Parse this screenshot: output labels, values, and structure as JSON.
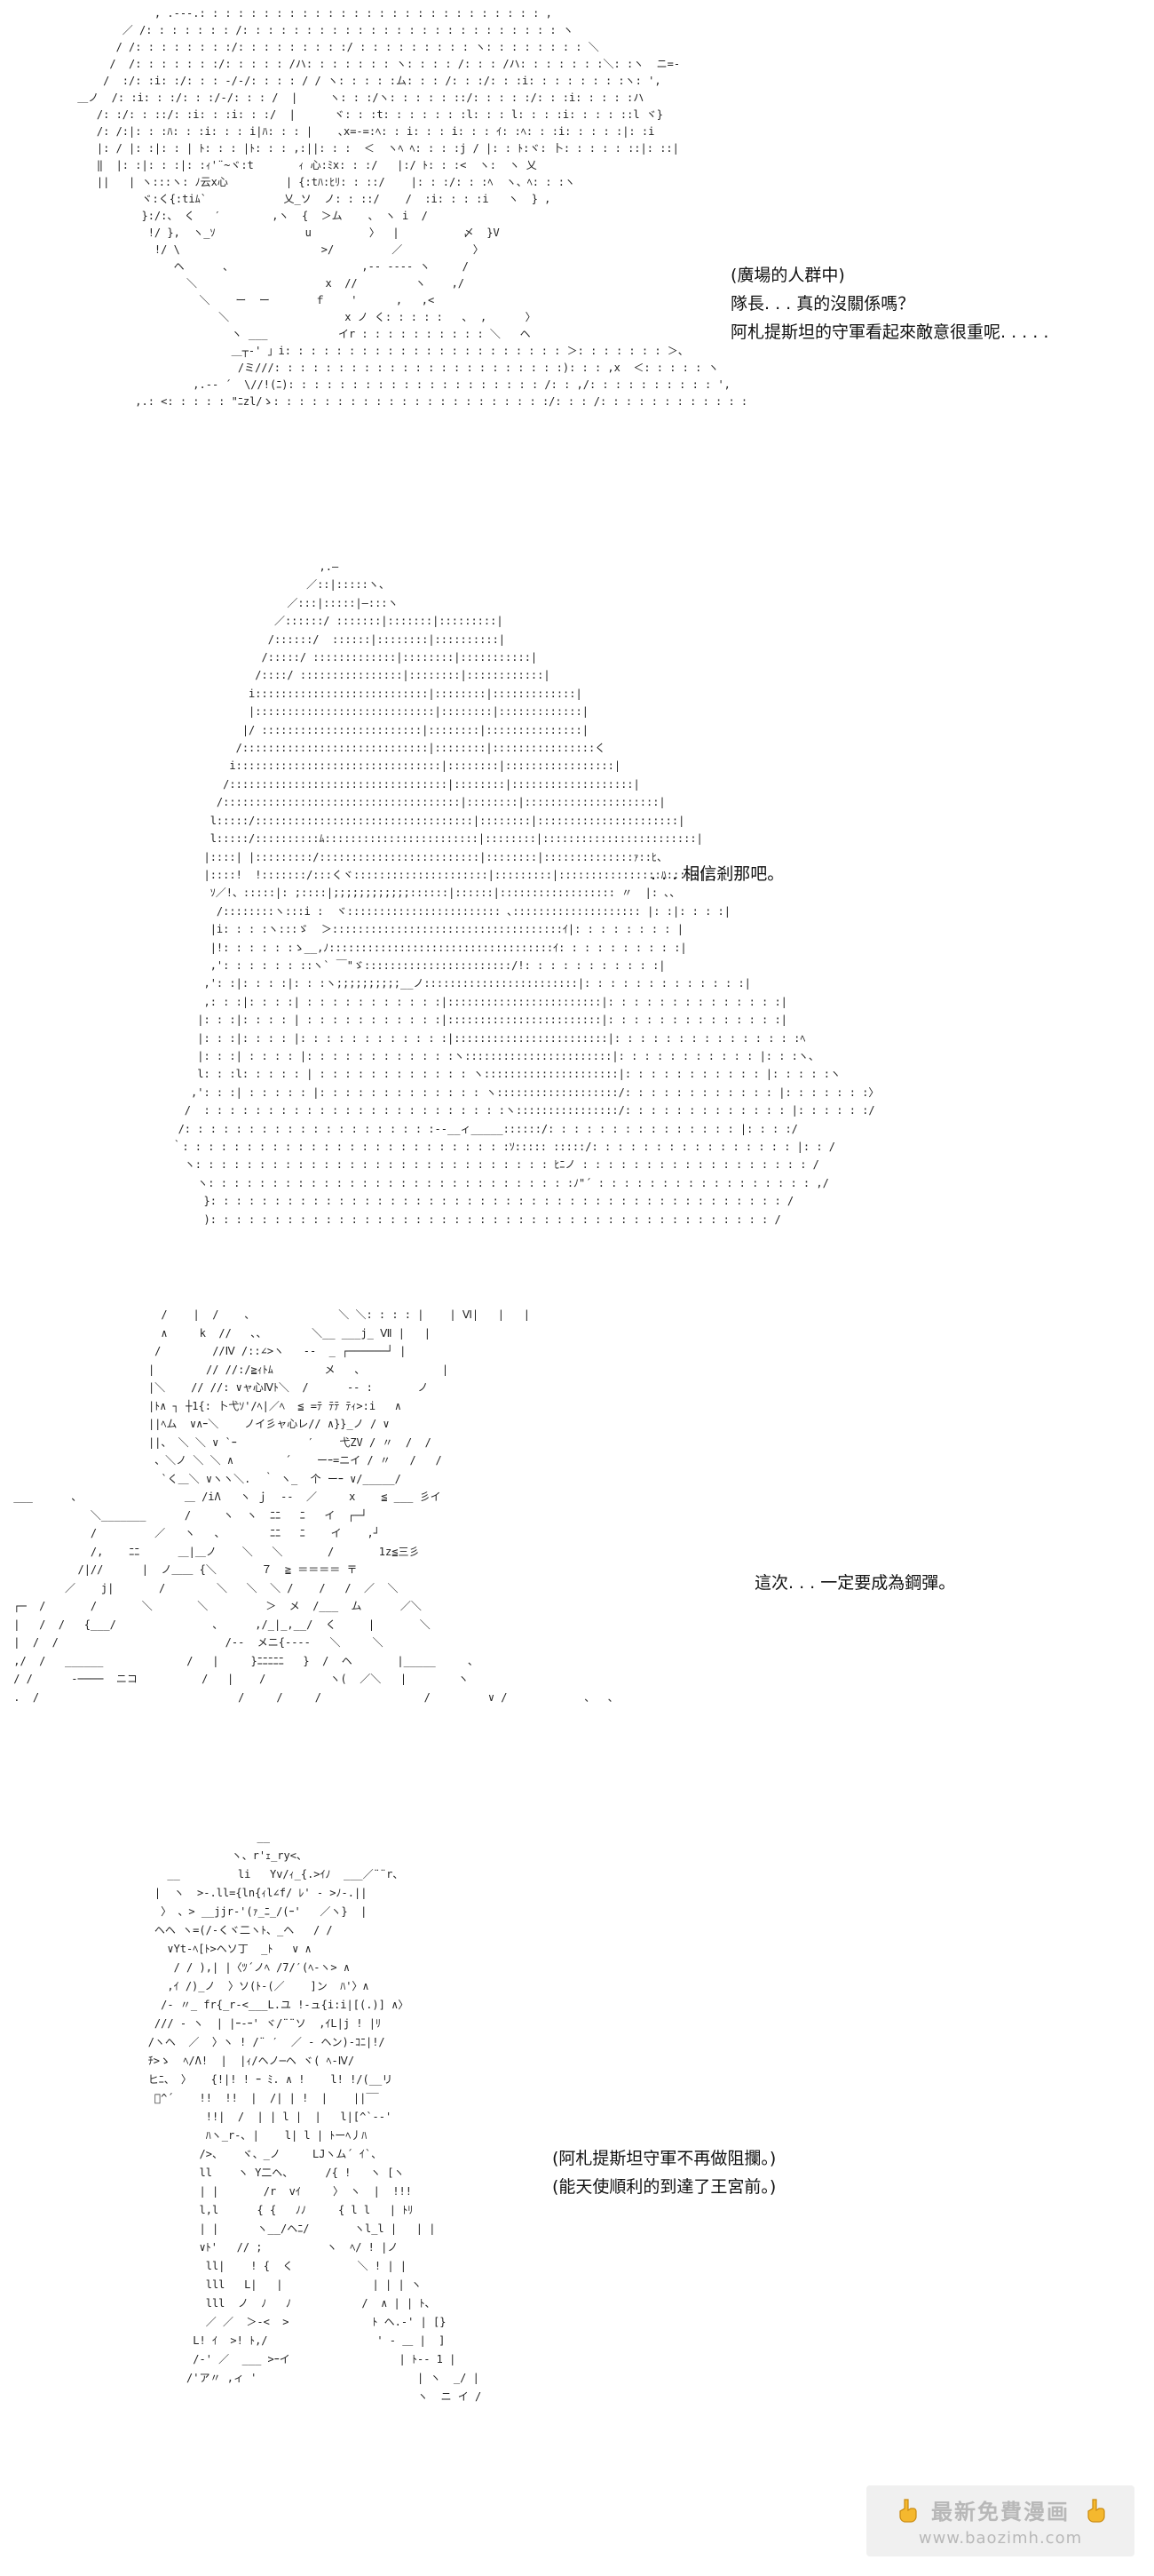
{
  "panels": [
    {
      "id": "panel-1",
      "captions": [
        "(廣場的人群中)",
        "隊長. . . 真的沒關係嗎？",
        "阿札提斯坦的守軍看起來敵意很重呢. . . . ."
      ]
    },
    {
      "id": "panel-2",
      "captions": [
        ". . . 相信剎那吧。"
      ]
    },
    {
      "id": "panel-3",
      "captions": [
        "這次. . . 一定要成為鋼彈。"
      ]
    },
    {
      "id": "panel-4",
      "captions": [
        "(阿札提斯坦守軍不再做阻攔。)",
        "(能天使順利的到達了王宮前。)"
      ]
    }
  ],
  "watermark": {
    "title": "最新免費漫画",
    "url": "www.baozimh.com",
    "icon": "pointing-hand-icon"
  }
}
